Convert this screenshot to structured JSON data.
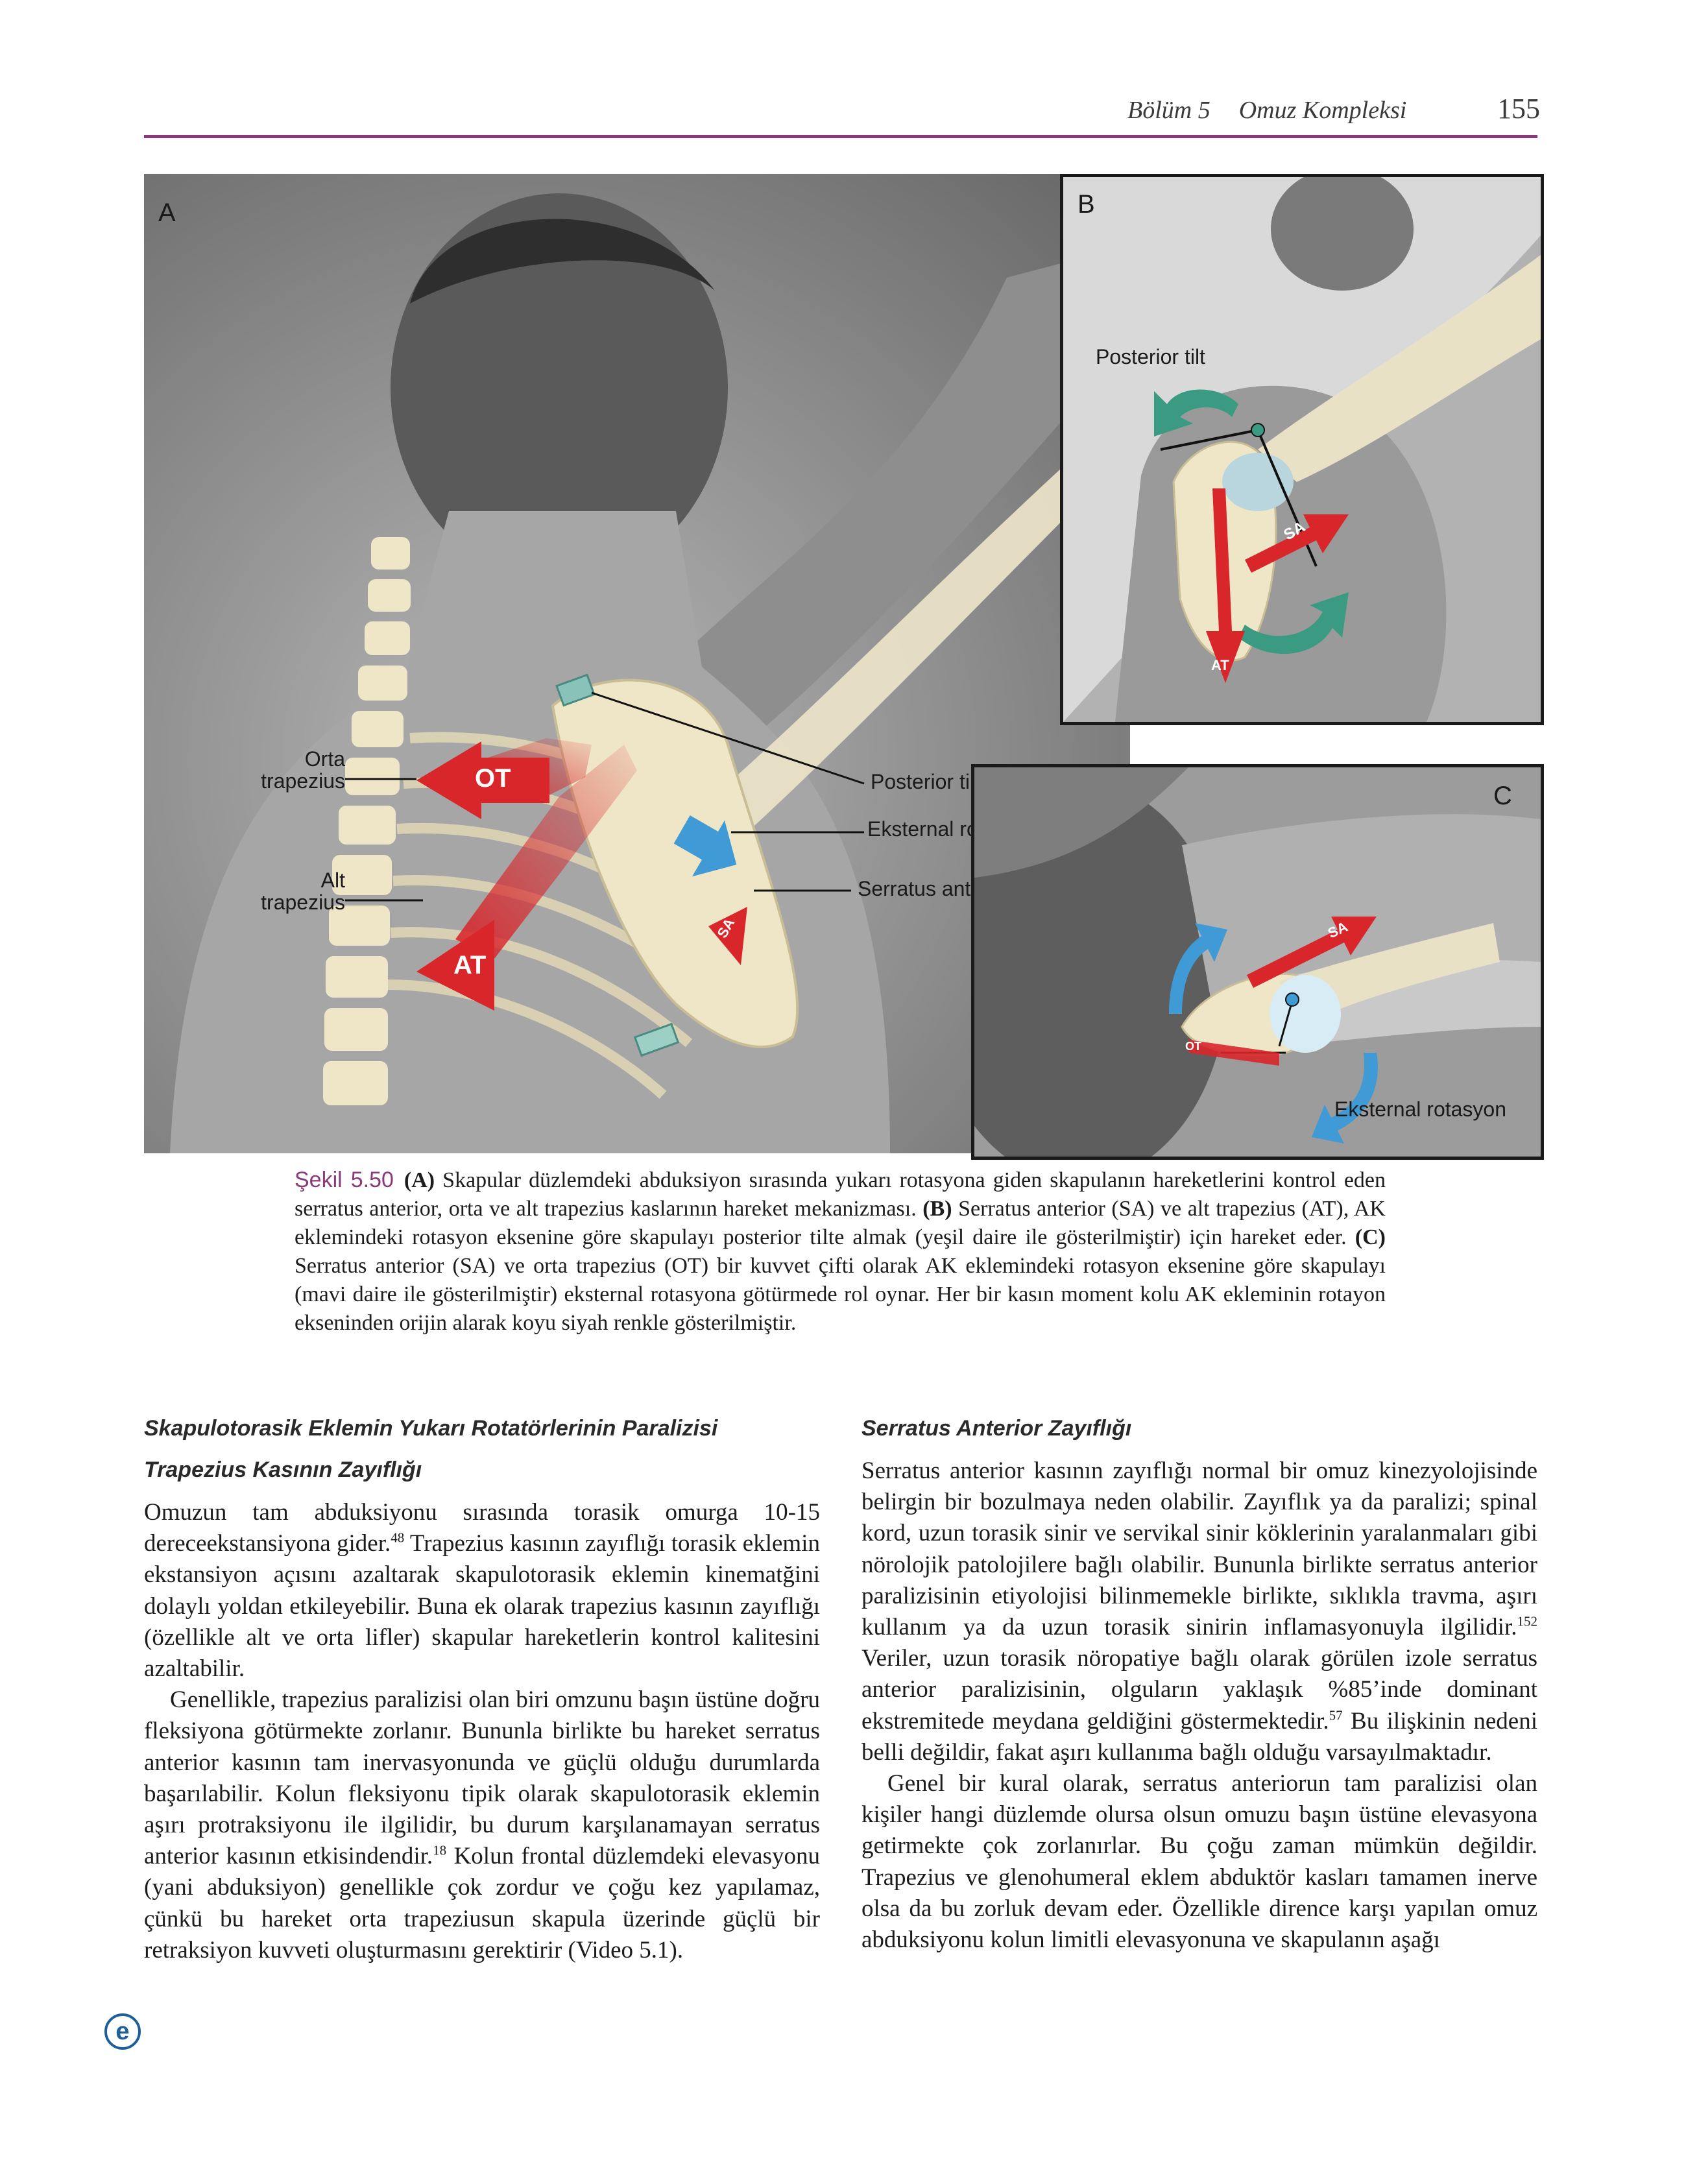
{
  "header": {
    "chapter": "Bölüm 5",
    "chapter_title": "Omuz Kompleksi",
    "page_number": "155",
    "rule_color": "#8a3a78"
  },
  "figure": {
    "panel_a": {
      "letter": "A",
      "labels": {
        "orta_trapezius": "Orta\ntrapezius",
        "alt_trapezius": "Alt\ntrapezius",
        "posterior_tilt": "Posterior tilt",
        "eksternal_rotasyon": "Eksternal rotasyon",
        "serratus_anterior": "Serratus anterior"
      },
      "tags": {
        "ot": "OT",
        "at": "AT",
        "sa": "SA"
      }
    },
    "panel_b": {
      "letter": "B",
      "labels": {
        "posterior_tilt": "Posterior tilt"
      },
      "tags": {
        "sa": "SA",
        "at": "AT"
      }
    },
    "panel_c": {
      "letter": "C",
      "labels": {
        "eksternal_rotasyon": "Eksternal rotasyon"
      },
      "tags": {
        "sa": "SA",
        "ot": "OT"
      }
    },
    "colors": {
      "muscle_red": "#d8262b",
      "rotation_blue": "#3f9ad6",
      "tilt_green": "#3a9a82",
      "bone": "#efe6c8"
    }
  },
  "caption": {
    "number": "Şekil 5.50",
    "part_a_label": "(A)",
    "part_a_text": " Skapular düzlemdeki abduksiyon sırasında yukarı rotasyona giden skapulanın hareketlerini kontrol eden serratus anterior, orta ve alt trapezius kaslarının hareket mekanizması. ",
    "part_b_label": "(B)",
    "part_b_text": " Serratus anterior (SA) ve alt trapezius (AT), AK eklemindeki rotasyon eksenine göre skapulayı posterior tilte almak (yeşil daire ile gösterilmiştir) için hareket eder. ",
    "part_c_label": "(C)",
    "part_c_text": " Serratus anterior (SA) ve orta trapezius (OT) bir kuvvet çifti olarak AK eklemindeki rotasyon eksenine göre skapulayı (mavi daire ile gösterilmiştir) eksternal rotasyona götürmede rol oynar. Her bir kasın moment kolu AK ekleminin rotayon ekseninden orijin alarak koyu siyah renkle gösterilmiştir."
  },
  "left_column": {
    "heading": "Skapulotorasik Eklemin Yukarı Rotatörlerinin Paralizisi",
    "subheading": "Trapezius Kasının Zayıflığı",
    "p1_a": "Omuzun tam abduksiyonu sırasında torasik omurga 10-15 dereceekstansiyona gider.",
    "p1_ref": "48",
    "p1_b": " Trapezius kasının zayıflığı torasik eklemin ekstansiyon açısını azaltarak skapulotorasik eklemin kinematğini dolaylı yoldan etkileyebilir. Buna ek olarak trapezius kasının zayıflığı (özellikle alt ve orta lifler) skapular hareketlerin kontrol kalitesini azaltabilir.",
    "p2_a": "Genellikle, trapezius paralizisi olan biri omzunu başın üstüne doğru fleksiyona götürmekte zorlanır. Bununla birlikte bu hareket serratus anterior kasının tam inervasyonunda ve güçlü olduğu durumlarda başarılabilir. Kolun fleksiyonu tipik olarak skapulotorasik eklemin aşırı protraksiyonu ile ilgilidir, bu durum karşılanamayan serratus anterior kasının etkisindendir.",
    "p2_ref": "18",
    "p2_b": " Kolun frontal düzlemdeki elevasyonu (yani abduksiyon) genellikle çok zordur ve çoğu kez yapılamaz, çünkü bu hareket orta trapeziusun skapula üzerinde güçlü bir retraksiyon kuvveti oluşturmasını gerektirir (Video 5.1).",
    "ebook_icon_letter": "e"
  },
  "right_column": {
    "heading": "Serratus Anterior Zayıflığı",
    "p1_a": "Serratus anterior kasının zayıflığı normal bir omuz kinezyolojisinde belirgin bir bozulmaya neden olabilir. Zayıflık ya da paralizi; spinal kord, uzun torasik sinir ve servikal sinir köklerinin yaralanmaları gibi nörolojik patolojilere bağlı olabilir. Bununla birlikte serratus anterior paralizisinin etiyolojisi bilinmemekle birlikte, sıklıkla travma, aşırı kullanım ya da uzun torasik sinirin inflamasyonuyla ilgilidir.",
    "p1_ref1": "152",
    "p1_b": " Veriler, uzun torasik nöropatiye bağlı olarak görülen izole serratus anterior paralizisinin, olguların yaklaşık %85’inde dominant ekstremitede meydana geldiğini göstermektedir.",
    "p1_ref2": "57",
    "p1_c": " Bu ilişkinin nedeni belli değildir, fakat aşırı kullanıma bağlı olduğu varsayılmaktadır.",
    "p2": "Genel bir kural olarak, serratus anteriorun tam paralizisi olan kişiler hangi düzlemde olursa olsun omuzu başın üstüne elevasyona getirmekte çok zorlanırlar. Bu çoğu zaman mümkün değildir. Trapezius ve glenohumeral eklem abduktör kasları tamamen inerve olsa da bu zorluk devam eder. Özellikle dirence karşı yapılan omuz abduksiyonu kolun limitli elevasyonuna ve skapulanın aşağı"
  }
}
